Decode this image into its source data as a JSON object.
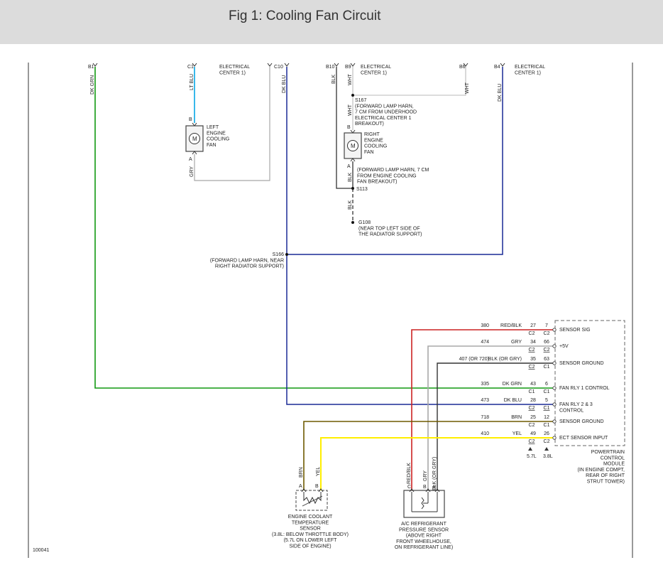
{
  "header": {
    "title": "Fig 1: Cooling Fan Circuit"
  },
  "diagram_id": "100041",
  "colors": {
    "dk_grn": "#119911",
    "lt_blu": "#22b0e8",
    "dk_blu": "#1a2a96",
    "red": "#cc2222",
    "brn": "#6e5a00",
    "yel": "#ffee00",
    "grey": "#a8a8a8",
    "black": "#333333",
    "pcm_border": "#666666"
  },
  "top_connectors": {
    "b1": "B1",
    "c1": "C1",
    "c10": "C10",
    "b10": "B10",
    "b9": "B9",
    "b6": "B6",
    "b4": "B4",
    "ec1": "ELECTRICAL\nCENTER 1)",
    "ec2": "ELECTRICAL\nCENTER 1)",
    "ec3": "ELECTRICAL\nCENTER 1)"
  },
  "wires": {
    "dk_grn": "DK GRN",
    "lt_blu": "LT BLU",
    "dk_blu1": "DK BLU",
    "blk1": "BLK",
    "wht1": "WHT",
    "wht2": "WHT",
    "dk_blu2": "DK BLU",
    "wht3": "WHT",
    "gry1": "GRY",
    "blk2": "BLK",
    "blk3": "BLK",
    "brn": "BRN",
    "yel": "YEL",
    "red_blk": "RED/BLK",
    "gry2": "GRY",
    "blk_or_gry": "BLK (OR GRY)"
  },
  "left_fan": {
    "b": "B",
    "a": "A",
    "m": "M",
    "label": "LEFT\nENGINE\nCOOLING\nFAN"
  },
  "right_fan": {
    "b": "B",
    "a": "A",
    "m": "M",
    "label": "RIGHT\nENGINE\nCOOLING\nFAN"
  },
  "splices": {
    "s167": "S167\n(FORWARD LAMP HARN,\n7 CM FROM UNDERHOOD\nELECTRICAL CENTER 1\nBREAKOUT)",
    "s113_note": "(FORWARD LAMP HARN, 7 CM\nFROM ENGINE COOLING\nFAN BREAKOUT)",
    "s113": "S113",
    "g108": "G108\n(NEAR TOP LEFT SIDE OF\nTHE RADIATOR SUPPORT)",
    "s166": "S166\n(FORWARD LAMP HARN, NEAR\nRIGHT RADIATOR SUPPORT)"
  },
  "pcm_rows": [
    {
      "circuit": "380",
      "color": "RED/BLK",
      "pin1": "27",
      "pin2": "7",
      "conn1": "C2",
      "conn2": "C2",
      "func": "SENSOR SIG",
      "u1": false,
      "u2": false
    },
    {
      "circuit": "474",
      "color": "GRY",
      "pin1": "34",
      "pin2": "66",
      "conn1": "C2",
      "conn2": "C2",
      "func": "+5V",
      "u1": true,
      "u2": true
    },
    {
      "circuit": "407 (OR 720)",
      "color": "BLK (OR GRY)",
      "pin1": "35",
      "pin2": "63",
      "conn1": "C2",
      "conn2": "C1",
      "func": "SENSOR GROUND",
      "u1": true,
      "u2": false
    },
    {
      "circuit": "335",
      "color": "DK GRN",
      "pin1": "43",
      "pin2": "6",
      "conn1": "C1",
      "conn2": "C1",
      "func": "FAN RLY 1 CONTROL",
      "u1": false,
      "u2": false
    },
    {
      "circuit": "473",
      "color": "DK BLU",
      "pin1": "28",
      "pin2": "5",
      "conn1": "C2",
      "conn2": "C1",
      "func": "FAN RLY 2 & 3\nCONTROL",
      "u1": true,
      "u2": true
    },
    {
      "circuit": "718",
      "color": "BRN",
      "pin1": "25",
      "pin2": "12",
      "conn1": "C2",
      "conn2": "C1",
      "func": "SENSOR GROUND",
      "u1": false,
      "u2": false
    },
    {
      "circuit": "410",
      "color": "YEL",
      "pin1": "49",
      "pin2": "26",
      "conn1": "C2",
      "conn2": "C2",
      "func": "ECT SENSOR INPUT",
      "u1": true,
      "u2": false
    }
  ],
  "pcm_engine_notes": {
    "left": "5.7L",
    "right": "3.8L"
  },
  "pcm_label": "POWERTRAIN\nCONTROL\nMODULE\n(IN ENGINE COMPT,\nREAR OF RIGHT\nSTRUT TOWER)",
  "ect_sensor": {
    "pin_a": "A",
    "pin_b": "B",
    "label": "ENGINE COOLANT\nTEMPERATURE\nSENSOR\n(3.8L: BELOW THROTTLE BODY)\n(5.7L ON LOWER LEFT\nSIDE OF ENGINE)"
  },
  "ac_sensor": {
    "pin_c": "C",
    "pin_b": "B",
    "pin_a": "A",
    "label": "A/C REFRIGERANT\nPRESSURE SENSOR\n(ABOVE RIGHT\nFRONT WHEELHOUSE,\nON REFRIGERANT LINE)"
  }
}
